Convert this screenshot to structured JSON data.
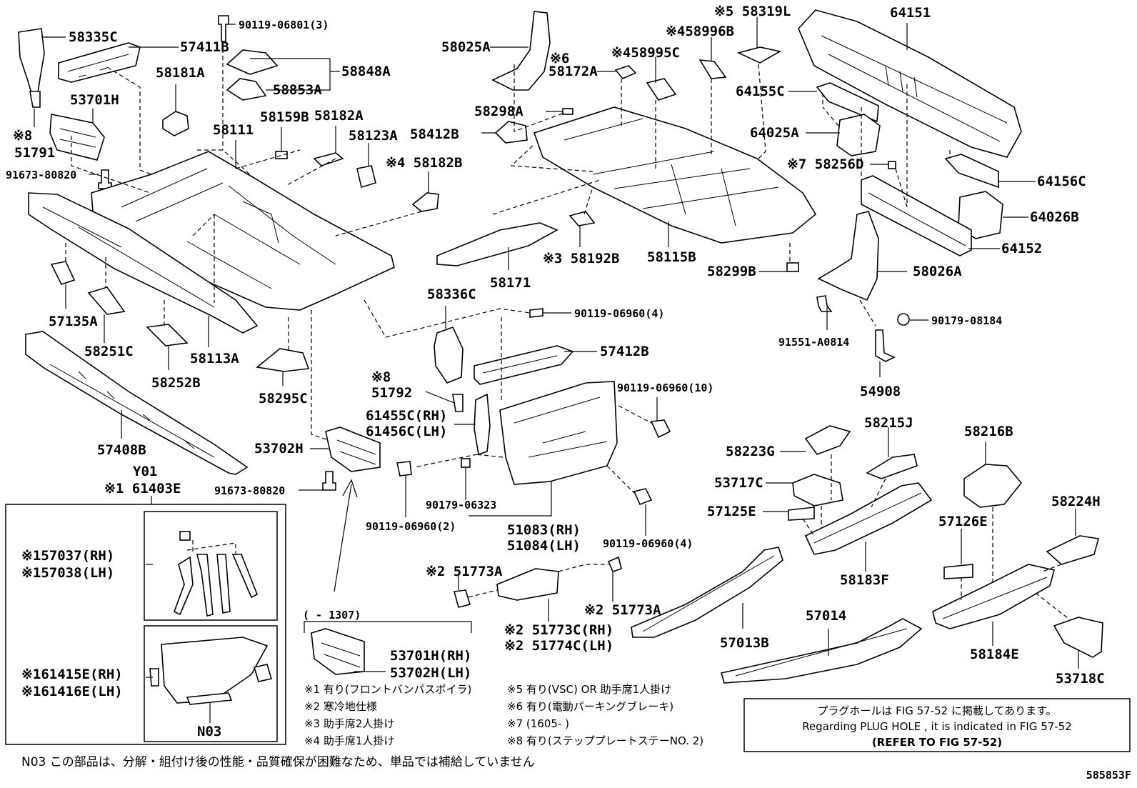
{
  "labels": [
    {
      "id": "58335C",
      "text": "58335C"
    },
    {
      "id": "57411B",
      "text": "57411B"
    },
    {
      "id": "90119-06801",
      "text": "90119-06801(3)"
    },
    {
      "id": "58848A",
      "text": "58848A"
    },
    {
      "id": "58853A",
      "text": "58853A"
    },
    {
      "id": "58181A",
      "text": "58181A"
    },
    {
      "id": "53701H",
      "text": "53701H"
    },
    {
      "id": "mark8a",
      "text": "※8"
    },
    {
      "id": "51791",
      "text": "51791"
    },
    {
      "id": "58111",
      "text": "58111"
    },
    {
      "id": "58159B",
      "text": "58159B"
    },
    {
      "id": "58182A",
      "text": "58182A"
    },
    {
      "id": "58123A",
      "text": "58123A"
    },
    {
      "id": "91673-80820a",
      "text": "91673-80820"
    },
    {
      "id": "58182B",
      "text": "※4 58182B"
    },
    {
      "id": "58025A",
      "text": "58025A"
    },
    {
      "id": "mark6",
      "text": "※6"
    },
    {
      "id": "58172A",
      "text": "58172A"
    },
    {
      "id": "58995C",
      "text": "※458995C"
    },
    {
      "id": "58996B",
      "text": "※458996B"
    },
    {
      "id": "58319L",
      "text": "※5 58319L"
    },
    {
      "id": "64151",
      "text": "64151"
    },
    {
      "id": "64155C",
      "text": "64155C"
    },
    {
      "id": "58298A",
      "text": "58298A"
    },
    {
      "id": "58412B",
      "text": "58412B"
    },
    {
      "id": "64025A",
      "text": "64025A"
    },
    {
      "id": "58256D",
      "text": "※7 58256D"
    },
    {
      "id": "64156C",
      "text": "64156C"
    },
    {
      "id": "64026B",
      "text": "64026B"
    },
    {
      "id": "64152",
      "text": "64152"
    },
    {
      "id": "58192B",
      "text": "※3 58192B"
    },
    {
      "id": "58115B",
      "text": "58115B"
    },
    {
      "id": "58171",
      "text": "58171"
    },
    {
      "id": "58299B",
      "text": "58299B"
    },
    {
      "id": "58026A",
      "text": "58026A"
    },
    {
      "id": "57135A",
      "text": "57135A"
    },
    {
      "id": "58251C",
      "text": "58251C"
    },
    {
      "id": "58113A",
      "text": "58113A"
    },
    {
      "id": "58336C",
      "text": "58336C"
    },
    {
      "id": "90119-06960-4a",
      "text": "90119-06960(4)"
    },
    {
      "id": "91551-A0814",
      "text": "91551-A0814"
    },
    {
      "id": "90179-08184",
      "text": "90179-08184"
    },
    {
      "id": "58252B",
      "text": "58252B"
    },
    {
      "id": "58295C",
      "text": "58295C"
    },
    {
      "id": "57412B",
      "text": "57412B"
    },
    {
      "id": "mark8b",
      "text": "※8"
    },
    {
      "id": "51792",
      "text": "51792"
    },
    {
      "id": "54908",
      "text": "54908"
    },
    {
      "id": "90119-06960-10",
      "text": "90119-06960(10)"
    },
    {
      "id": "61455C",
      "text": "61455C(RH)"
    },
    {
      "id": "61456C",
      "text": "61456C(LH)"
    },
    {
      "id": "57408B",
      "text": "57408B"
    },
    {
      "id": "53702H",
      "text": "53702H"
    },
    {
      "id": "58215J",
      "text": "58215J"
    },
    {
      "id": "58216B",
      "text": "58216B"
    },
    {
      "id": "58223G",
      "text": "58223G"
    },
    {
      "id": "Y01",
      "text": "Y01"
    },
    {
      "id": "61403E",
      "text": "※1 61403E"
    },
    {
      "id": "91673-80820b",
      "text": "91673-80820"
    },
    {
      "id": "90179-06323",
      "text": "90179-06323"
    },
    {
      "id": "53717C",
      "text": "53717C"
    },
    {
      "id": "57125E",
      "text": "57125E"
    },
    {
      "id": "58224H",
      "text": "58224H"
    },
    {
      "id": "90119-06960-2",
      "text": "90119-06960(2)"
    },
    {
      "id": "51083",
      "text": "51083(RH)"
    },
    {
      "id": "51084",
      "text": "51084(LH)"
    },
    {
      "id": "90119-06960-4b",
      "text": "90119-06960(4)"
    },
    {
      "id": "57126E",
      "text": "57126E"
    },
    {
      "id": "57037",
      "text": "※157037(RH)"
    },
    {
      "id": "57038",
      "text": "※157038(LH)"
    },
    {
      "id": "51773A-a",
      "text": "※2 51773A"
    },
    {
      "id": "58183F",
      "text": "58183F"
    },
    {
      "id": "51773A-b",
      "text": "※2 51773A"
    },
    {
      "id": "57014",
      "text": "57014"
    },
    {
      "id": "51773C",
      "text": "※2 51773C(RH)"
    },
    {
      "id": "51774C",
      "text": "※2 51774C(LH)"
    },
    {
      "id": "57013B",
      "text": "57013B"
    },
    {
      "id": "58184E",
      "text": "58184E"
    },
    {
      "id": "53718C",
      "text": "53718C"
    },
    {
      "id": "61415E",
      "text": "※161415E(RH)"
    },
    {
      "id": "61416E",
      "text": "※161416E(LH)"
    },
    {
      "id": "range1307",
      "text": "(      - 1307)"
    },
    {
      "id": "53701H-rh",
      "text": "53701H(RH)"
    },
    {
      "id": "53702H-lh",
      "text": "53702H(LH)"
    },
    {
      "id": "N03",
      "text": "N03"
    }
  ],
  "notes": {
    "n1": "※1 有り(フロントバンパスポイラ)",
    "n2": "※2 寒冷地仕様",
    "n3": "※3 助手席2人掛け",
    "n4": "※4 助手席1人掛け",
    "n5": "※5 有り(VSC) OR 助手席1人掛け",
    "n6": "※6 有り(電動パーキングブレーキ)",
    "n7": "※7 (1605-    )",
    "n8": "※8 有り(ステッププレートステーNO. 2)",
    "footer": "N03 この部品は、分解・組付け後の性能・品質確保が困難なため、単品では補給していません"
  },
  "plug_box": {
    "jp": "プラグホールは FIG 57-52 に掲載してあります。",
    "en": "Regarding  PLUG  HOLE , it is indicated in FIG  57-52",
    "ref": "(REFER TO FIG 57-52)"
  },
  "figure_code": "585853F"
}
